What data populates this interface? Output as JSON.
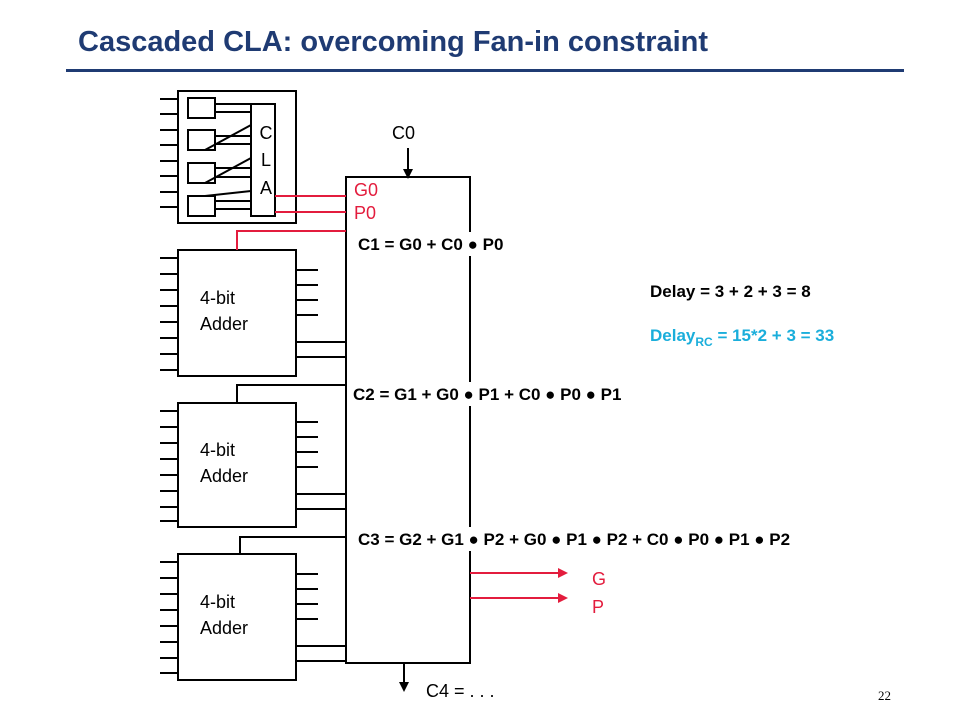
{
  "slide": {
    "title": "Cascaded CLA: overcoming Fan-in constraint",
    "page_number": "22"
  },
  "diagram": {
    "cla_letters": [
      "C",
      "L",
      "A"
    ],
    "adders": [
      {
        "line1": "4-bit",
        "line2": "Adder"
      },
      {
        "line1": "4-bit",
        "line2": "Adder"
      },
      {
        "line1": "4-bit",
        "line2": "Adder"
      }
    ],
    "signals": {
      "c0": "C0",
      "g0": "G0",
      "p0": "P0",
      "g_out": "G",
      "p_out": "P",
      "c4": "C4 = . . ."
    },
    "equations": {
      "c1": "C1 = G0 + C0 ● P0",
      "c2": "C2 = G1 + G0 ● P1 + C0 ● P0 ● P1",
      "c3": "C3 = G2 + G1 ● P2 + G0 ● P1 ● P2 + C0 ● P0 ● P1 ● P2"
    },
    "delays": {
      "cla": "Delay = 3 + 2 + 3 = 8",
      "rc_prefix": "Delay",
      "rc_sub": "RC",
      "rc_suffix": " = 15*2 + 3 = 33"
    },
    "colors": {
      "red": "#e31c3d",
      "cyan": "#1aaedb",
      "title": "#1f3b73",
      "black": "#000000"
    }
  }
}
